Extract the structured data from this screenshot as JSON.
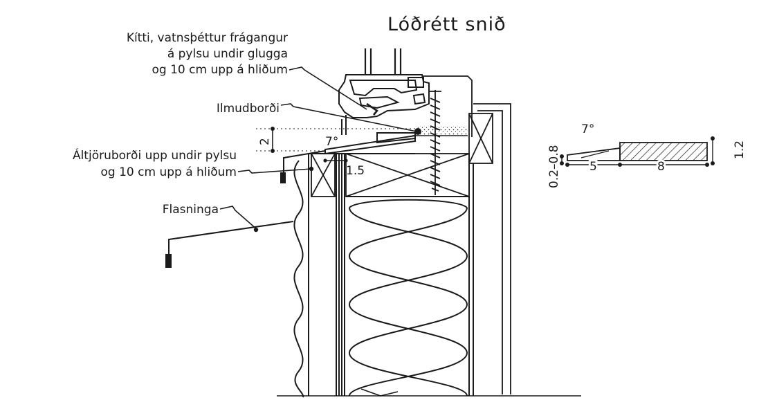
{
  "title": "Lóðrétt snið",
  "annotations": {
    "sealant": [
      "Kítti, vatnsþéttur frágangur",
      "á pylsu undir glugga",
      "og 10 cm upp á hliðum"
    ],
    "scented_strip": "Ilmudborði",
    "tar_strip": [
      "Áltjöruborði upp undir pylsu",
      "og 10 cm upp á hliðum"
    ],
    "flashing": "Flasninga"
  },
  "dimensions": {
    "sill_height": "2",
    "sill_angle": "7°",
    "overhang": "1.5",
    "detail_angle": "7°",
    "detail_thin": "0.2–0.8",
    "detail_thick": "1.2",
    "detail_len_a": "5",
    "detail_len_b": "8"
  }
}
